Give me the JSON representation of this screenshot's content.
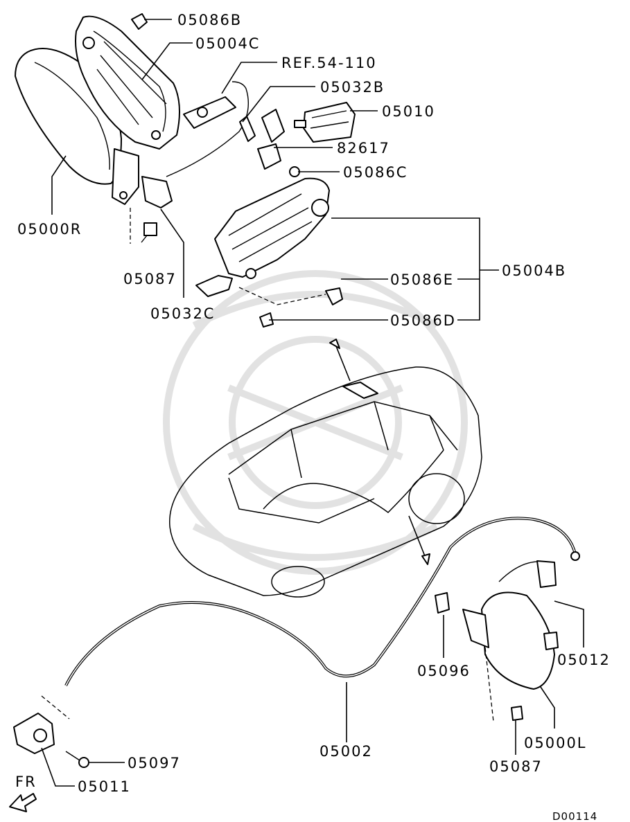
{
  "diagram": {
    "code": "D00114",
    "direction_label": "FR"
  },
  "labels": {
    "p05086B": "05086B",
    "p05004C": "05004C",
    "ref": "REF.54-110",
    "p05032B": "05032B",
    "p05010": "05010",
    "p82617": "82617",
    "p05086C": "05086C",
    "p05000R": "05000R",
    "p05004B": "05004B",
    "p05086E": "05086E",
    "p05087_top": "05087",
    "p05032C": "05032C",
    "p05086D": "05086D",
    "p05012": "05012",
    "p05096": "05096",
    "p05000L": "05000L",
    "p05002": "05002",
    "p05087_bottom": "05087",
    "p05097": "05097",
    "p05011": "05011"
  }
}
